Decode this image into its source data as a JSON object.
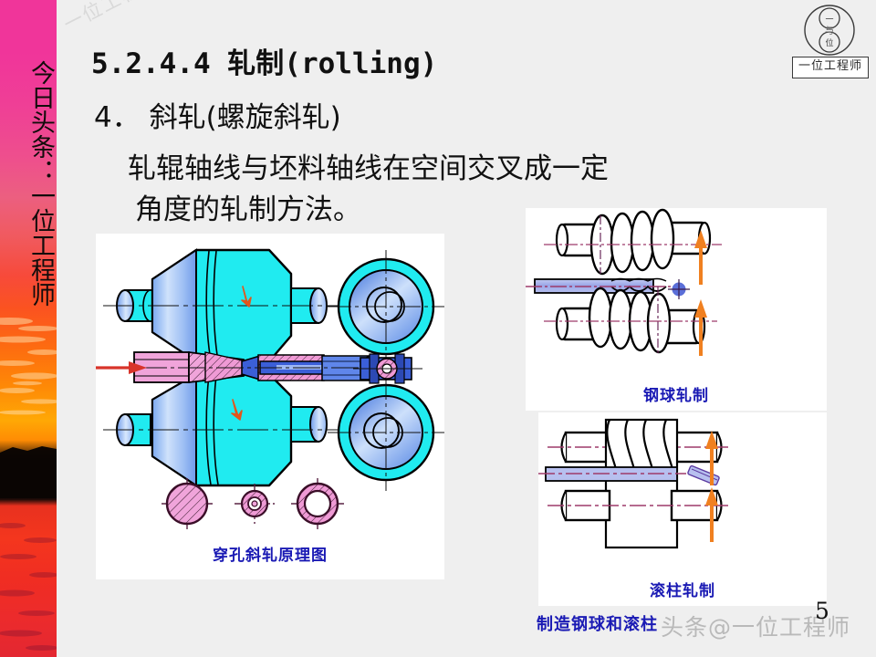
{
  "sidebar": {
    "vertical_text": "今日头条：一位工程师",
    "lines": [
      "今日头条：",
      "一位工程师"
    ]
  },
  "logo": {
    "inner_top_char": "一",
    "inner_bottom_char": "位",
    "monogram": "与",
    "box_label": "一位工程师"
  },
  "slide": {
    "title_number": "5.2.4.4",
    "title_cjk": "轧制",
    "title_en": "(rolling)",
    "title_full": "5.2.4.4 轧制(rolling)",
    "subtitle": "4． 斜轧(螺旋斜轧)",
    "body_line1": "轧辊轴线与坯料轴线在空间交叉成一定",
    "body_line2": "角度的轧制方法。",
    "page_number": "5"
  },
  "watermarks": {
    "diagonal": "一位工程师",
    "bottom": "头条@一位工程师"
  },
  "figures": {
    "main": {
      "label": "穿孔斜轧原理图",
      "roller_color": "#16e9ef",
      "workpiece_color": "#f19ad6",
      "mandrel_color": "#3b5fd8",
      "feed_arrow_color": "#d8342a",
      "rotation_arrow_color": "#e2561c"
    },
    "right_top": {
      "label": "钢球轧制",
      "bar_color": "#a8b4ec",
      "arrow_color": "#f08020"
    },
    "right_bottom": {
      "label": "滚柱轧制",
      "bar_color": "#a8b4ec",
      "arrow_color": "#f08020"
    },
    "bottom_caption": "制造钢球和滚柱"
  },
  "colors": {
    "background": "#efefef",
    "panel": "#ffffff",
    "label_blue": "#1a1ab4",
    "sidebar_pink": "#f0359a",
    "sidebar_orange": "#ff8c04",
    "sidebar_red": "#ec2b2c"
  }
}
